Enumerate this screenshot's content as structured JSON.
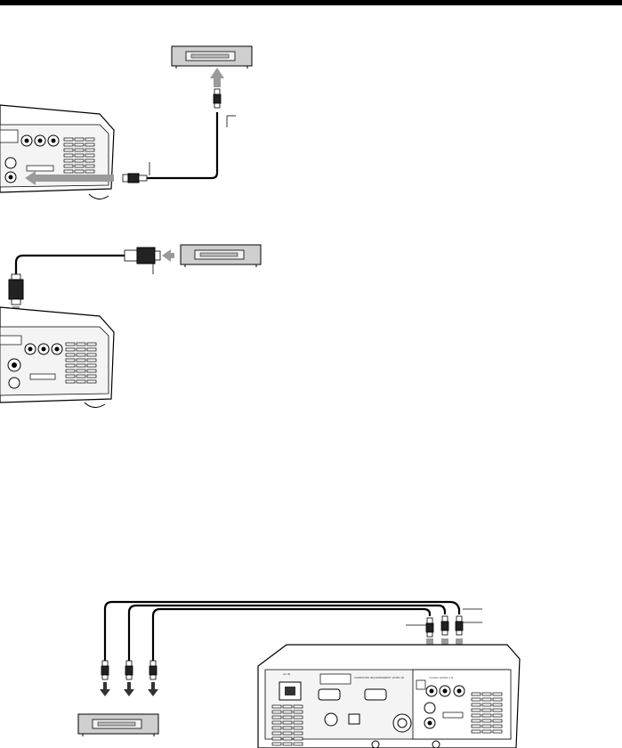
{
  "diagram": {
    "colors": {
      "ink": "#000000",
      "panel": "#e6e6e6",
      "arrow": "#9a9a9a",
      "device_face": "#cfcfcf",
      "device_slot": "#f2f2f2"
    },
    "labels": {
      "ac_in": "AC IN",
      "computer_in": "COMPUTER IN/COMPONENT VIDEO IN",
      "audio_video": "Y/video AUDIO L R"
    },
    "icons": [
      "vcr-device",
      "projector-rear-panel",
      "rca-plug",
      "s-video-plug",
      "flow-arrow"
    ]
  }
}
